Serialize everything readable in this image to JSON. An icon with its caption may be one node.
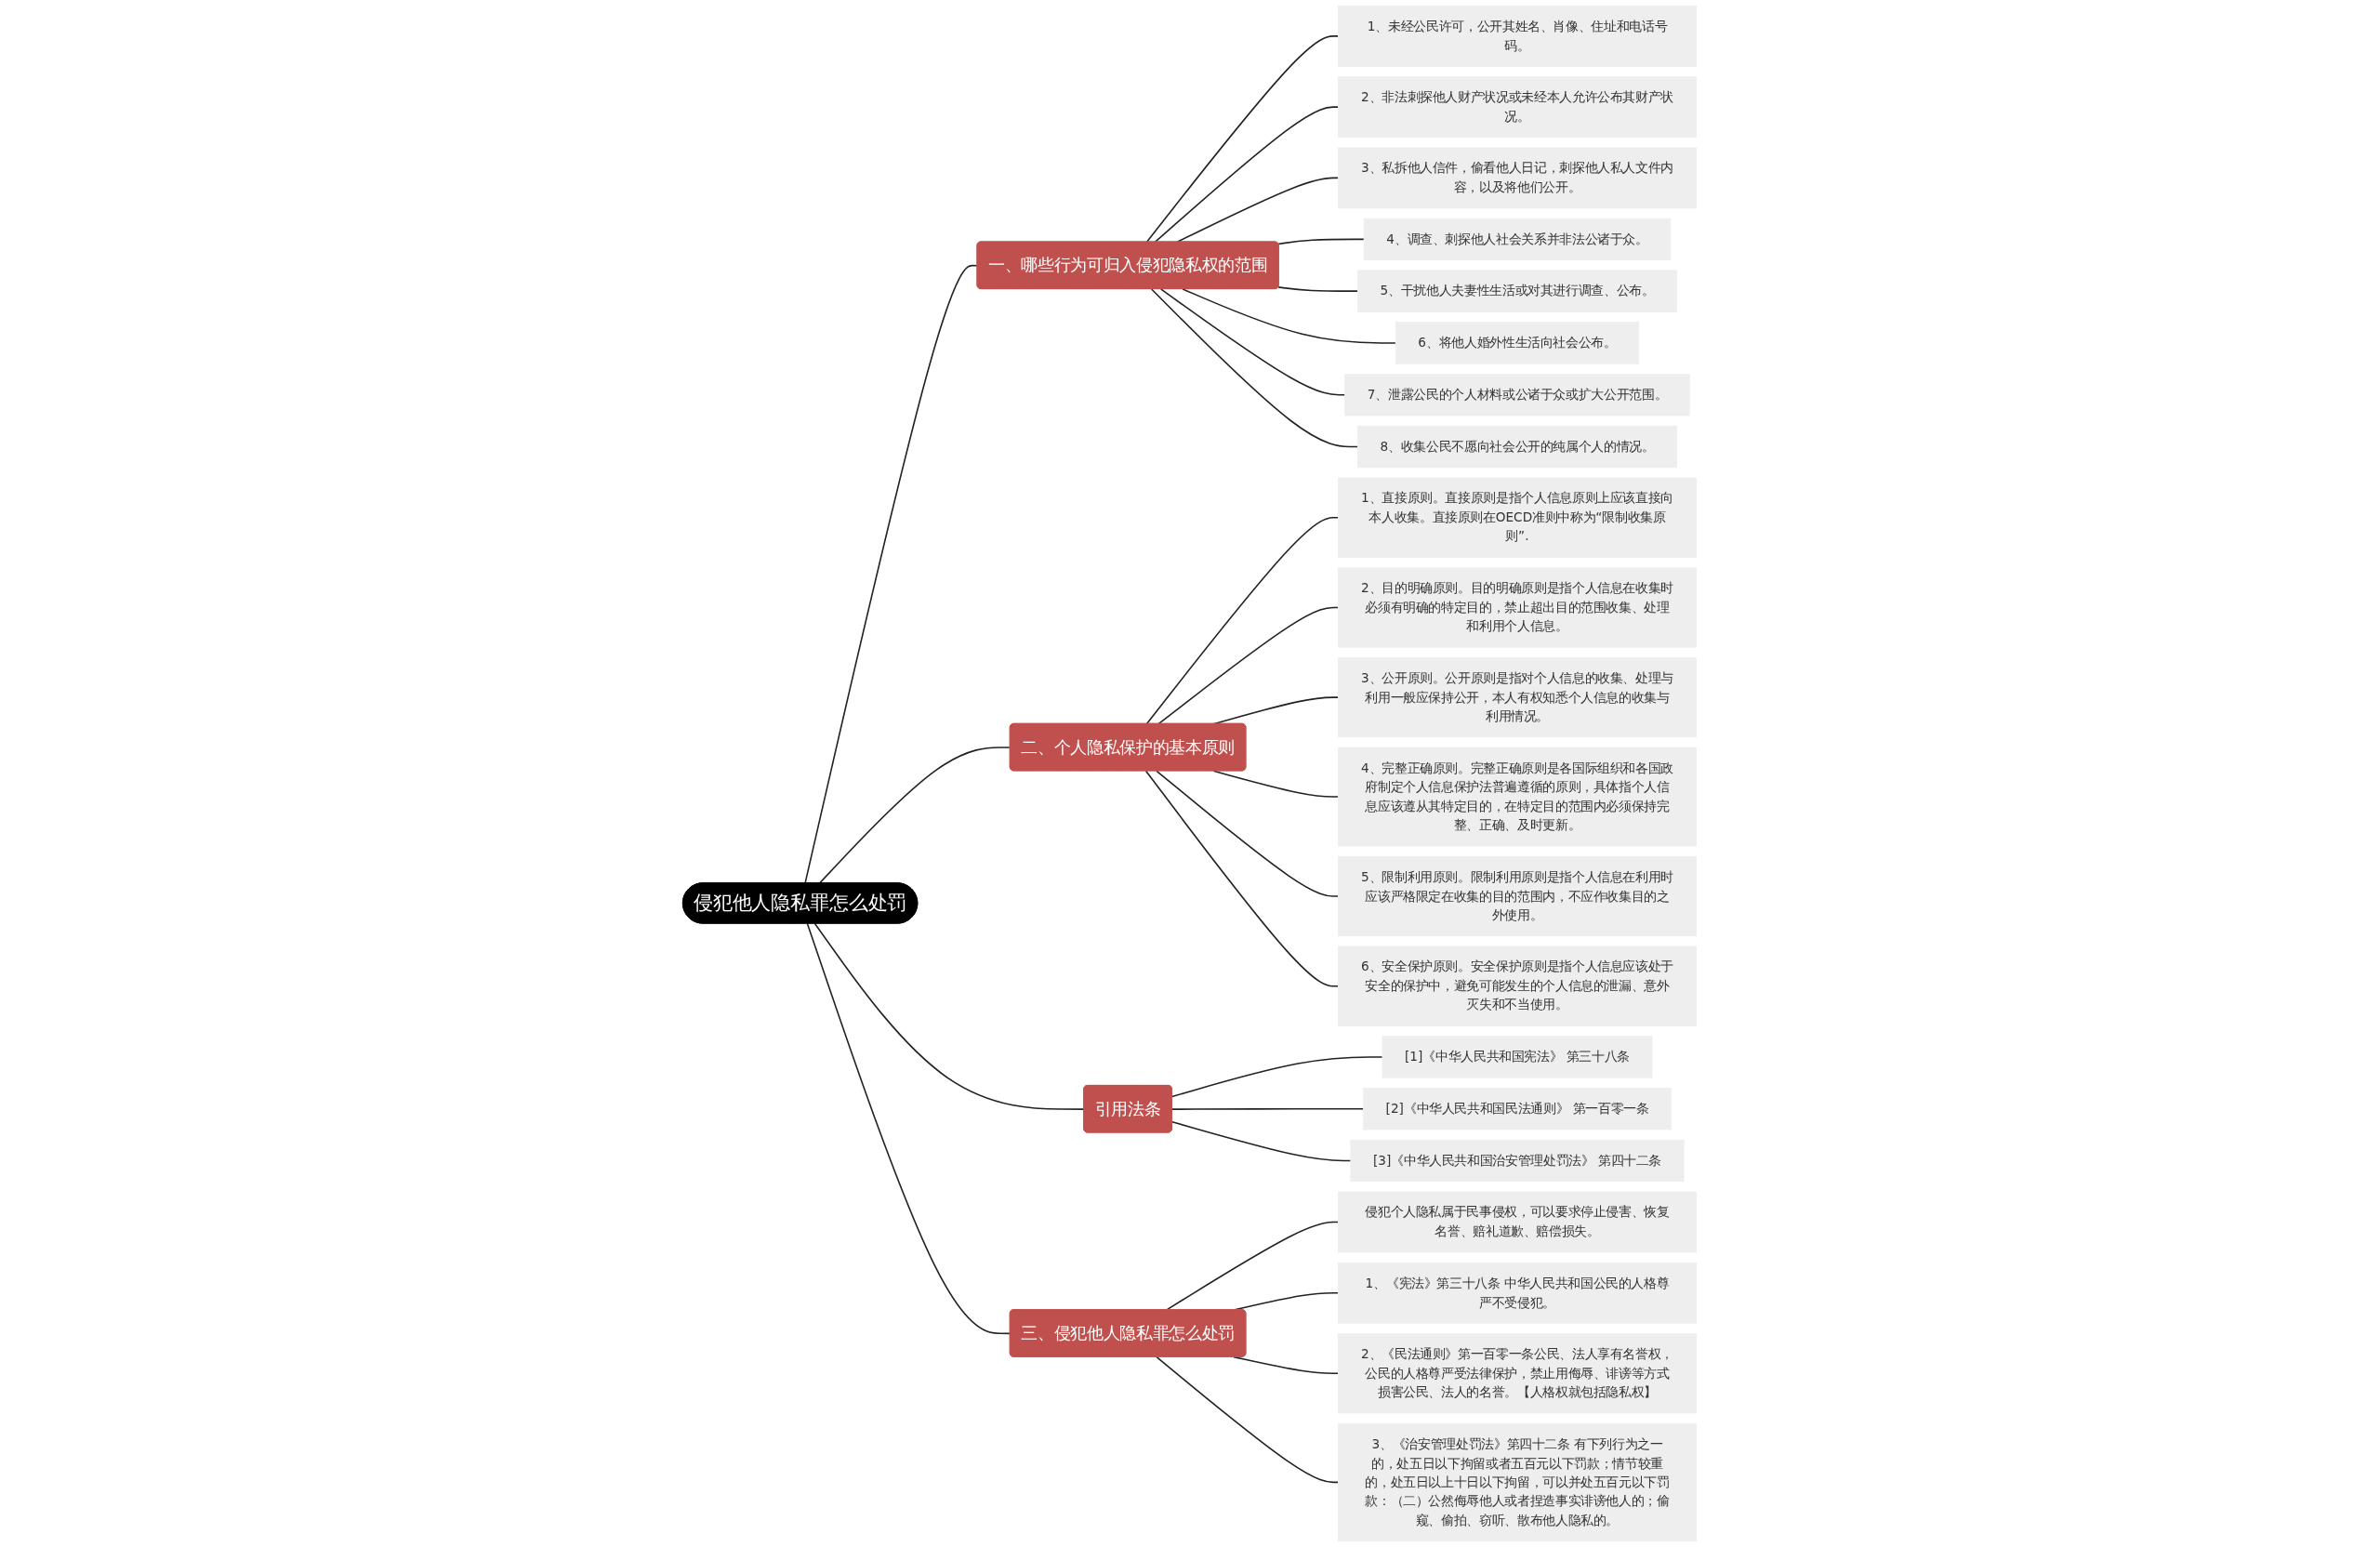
{
  "diagram": {
    "nodes": [
      {
        "text": [
          "侵犯他人隐私罪怎么处罚"
        ]
      },
      {
        "text": [
          "一、哪些行为可归入侵犯隐私权的范围"
        ]
      },
      {
        "text": [
          "1、未经公民许可，公开其姓名、肖像、住址和电话号码。"
        ]
      },
      {
        "text": [
          "2、非法刺探他人财产状况或未经本人允许公布其财产状况。"
        ]
      },
      {
        "text": [
          "3、私拆他人信件，偷看他人日记，刺探他人私人文件内容，以及将他们公开。"
        ]
      },
      {
        "text": [
          "4、调查、刺探他人社会关系并非法公诸于众。"
        ]
      },
      {
        "text": [
          "5、干扰他人夫妻性生活或对其进行调查、公布。"
        ]
      },
      {
        "text": [
          "6、将他人婚外性生活向社会公布。"
        ]
      },
      {
        "text": [
          "7、泄露公民的个人材料或公诸于众或扩大公开范围。"
        ]
      },
      {
        "text": [
          "8、收集公民不愿向社会公开的纯属个人的情况。"
        ]
      },
      {
        "text": [
          "二、个人隐私保护的基本原则"
        ]
      },
      {
        "text": [
          "1、直接原则。直接原则是指个人信息原则上应该直接向本人收集。直接原则在OECD准则中称为“限制收集原则”."
        ]
      },
      {
        "text": [
          "2、目的明确原则。目的明确原则是指个人信息在收集时必须有明确的特定目的，禁止超出目的范围收集、处理和利用个人信息。"
        ]
      },
      {
        "text": [
          "3、公开原则。公开原则是指对个人信息的收集、处理与利用一般应保持公开，本人有权知悉个人信息的收集与利用情况。"
        ]
      },
      {
        "text": [
          "4、完整正确原则。完整正确原则是各国际组织和各国政府制定个人信息保护法普遍遵循的原则，具体指个人信息应该遵从其特定目的，在特定目的范围内必须保持完整、正确、及时更新。"
        ]
      },
      {
        "text": [
          "5、限制利用原则。限制利用原则是指个人信息在利用时应该严格限定在收集的目的范围内，不应作收集目的之外使用。"
        ]
      },
      {
        "text": [
          "6、安全保护原则。安全保护原则是指个人信息应该处于安全的保护中，避免可能发生的个人信息的泄漏、意外灭失和不当使用。"
        ]
      },
      {
        "text": [
          "引用法条"
        ]
      },
      {
        "text": [
          "[1]《中华人民共和国宪法》 第三十八条"
        ]
      },
      {
        "text": [
          "[2]《中华人民共和国民法通则》 第一百零一条"
        ]
      },
      {
        "text": [
          "[3]《中华人民共和国治安管理处罚法》 第四十二条"
        ]
      },
      {
        "text": [
          "三、侵犯他人隐私罪怎么处罚"
        ]
      },
      {
        "text": [
          "侵犯个人隐私属于民事侵权，可以要求停止侵害、恢复名誉、赔礼道歉、赔偿损失。"
        ]
      },
      {
        "text": [
          "1、《宪法》第三十八条 中华人民共和国公民的人格尊严不受侵犯。"
        ]
      },
      {
        "text": [
          "2、《民法通则》第一百零一条公民、法人享有名誉权，公民的人格尊严受法律保护，禁止用侮辱、诽谤等方式损害公民、法人的名誉。【人格权就包括隐私权】"
        ]
      },
      {
        "text": [
          "3、《治安管理处罚法》第四十二条 有下列行为之一的，处五日以下拘留或者五百元以下罚款；情节较重的，处五日以上十日以下拘留，可以并处五百元以下罚款：（二）公然侮辱他人或者捏造事实诽谤他人的；偷窥、偷拍、窃听、散布他人隐私的。"
        ]
      }
    ],
    "edges": [
      {
        "from": 0,
        "to": 1,
        "arrow": "none"
      },
      {
        "from": 1,
        "to": 2,
        "arrow": "none"
      },
      {
        "from": 1,
        "to": 3,
        "arrow": "none"
      },
      {
        "from": 1,
        "to": 4,
        "arrow": "none"
      },
      {
        "from": 1,
        "to": 5,
        "arrow": "none"
      },
      {
        "from": 1,
        "to": 6,
        "arrow": "none"
      },
      {
        "from": 1,
        "to": 7,
        "arrow": "none"
      },
      {
        "from": 1,
        "to": 8,
        "arrow": "none"
      },
      {
        "from": 1,
        "to": 9,
        "arrow": "none"
      },
      {
        "from": 0,
        "to": 10,
        "arrow": "none"
      },
      {
        "from": 10,
        "to": 11,
        "arrow": "none"
      },
      {
        "from": 10,
        "to": 12,
        "arrow": "none"
      },
      {
        "from": 10,
        "to": 13,
        "arrow": "none"
      },
      {
        "from": 10,
        "to": 14,
        "arrow": "none"
      },
      {
        "from": 10,
        "to": 15,
        "arrow": "none"
      },
      {
        "from": 10,
        "to": 16,
        "arrow": "none"
      },
      {
        "from": 0,
        "to": 17,
        "arrow": "none"
      },
      {
        "from": 17,
        "to": 18,
        "arrow": "none"
      },
      {
        "from": 17,
        "to": 19,
        "arrow": "none"
      },
      {
        "from": 17,
        "to": 20,
        "arrow": "none"
      },
      {
        "from": 0,
        "to": 21,
        "arrow": "none"
      },
      {
        "from": 21,
        "to": 22,
        "arrow": "none"
      },
      {
        "from": 21,
        "to": 23,
        "arrow": "none"
      },
      {
        "from": 21,
        "to": 24,
        "arrow": "none"
      },
      {
        "from": 21,
        "to": 25,
        "arrow": "none"
      }
    ]
  }
}
